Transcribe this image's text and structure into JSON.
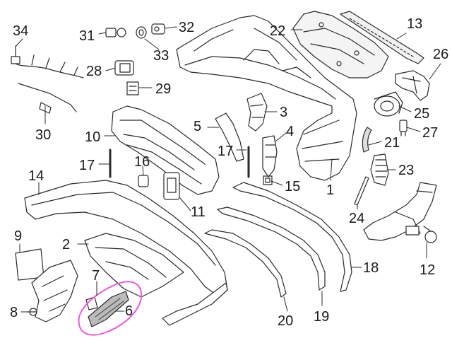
{
  "parts": [
    {
      "id": "p1",
      "label": "1"
    },
    {
      "id": "p2",
      "label": "2"
    },
    {
      "id": "p3",
      "label": "3"
    },
    {
      "id": "p4",
      "label": "4"
    },
    {
      "id": "p5",
      "label": "5"
    },
    {
      "id": "p6",
      "label": "6"
    },
    {
      "id": "p7",
      "label": "7"
    },
    {
      "id": "p8",
      "label": "8"
    },
    {
      "id": "p9",
      "label": "9"
    },
    {
      "id": "p10",
      "label": "10"
    },
    {
      "id": "p11",
      "label": "11"
    },
    {
      "id": "p12",
      "label": "12"
    },
    {
      "id": "p13",
      "label": "13"
    },
    {
      "id": "p14",
      "label": "14"
    },
    {
      "id": "p15",
      "label": "15"
    },
    {
      "id": "p16",
      "label": "16"
    },
    {
      "id": "p17a",
      "label": "17"
    },
    {
      "id": "p17b",
      "label": "17"
    },
    {
      "id": "p18",
      "label": "18"
    },
    {
      "id": "p19",
      "label": "19"
    },
    {
      "id": "p20",
      "label": "20"
    },
    {
      "id": "p21",
      "label": "21"
    },
    {
      "id": "p22",
      "label": "22"
    },
    {
      "id": "p23",
      "label": "23"
    },
    {
      "id": "p24",
      "label": "24"
    },
    {
      "id": "p25",
      "label": "25"
    },
    {
      "id": "p26",
      "label": "26"
    },
    {
      "id": "p27",
      "label": "27"
    },
    {
      "id": "p28",
      "label": "28"
    },
    {
      "id": "p29",
      "label": "29"
    },
    {
      "id": "p30",
      "label": "30"
    },
    {
      "id": "p31",
      "label": "31"
    },
    {
      "id": "p32",
      "label": "32"
    },
    {
      "id": "p33",
      "label": "33"
    },
    {
      "id": "p34",
      "label": "34"
    }
  ],
  "colors": {
    "line": "#2a2a2a",
    "part_fill": "#ffffff",
    "shade": "#d9d9d9",
    "highlight": "#e85ad8"
  },
  "highlighted_part": "6"
}
